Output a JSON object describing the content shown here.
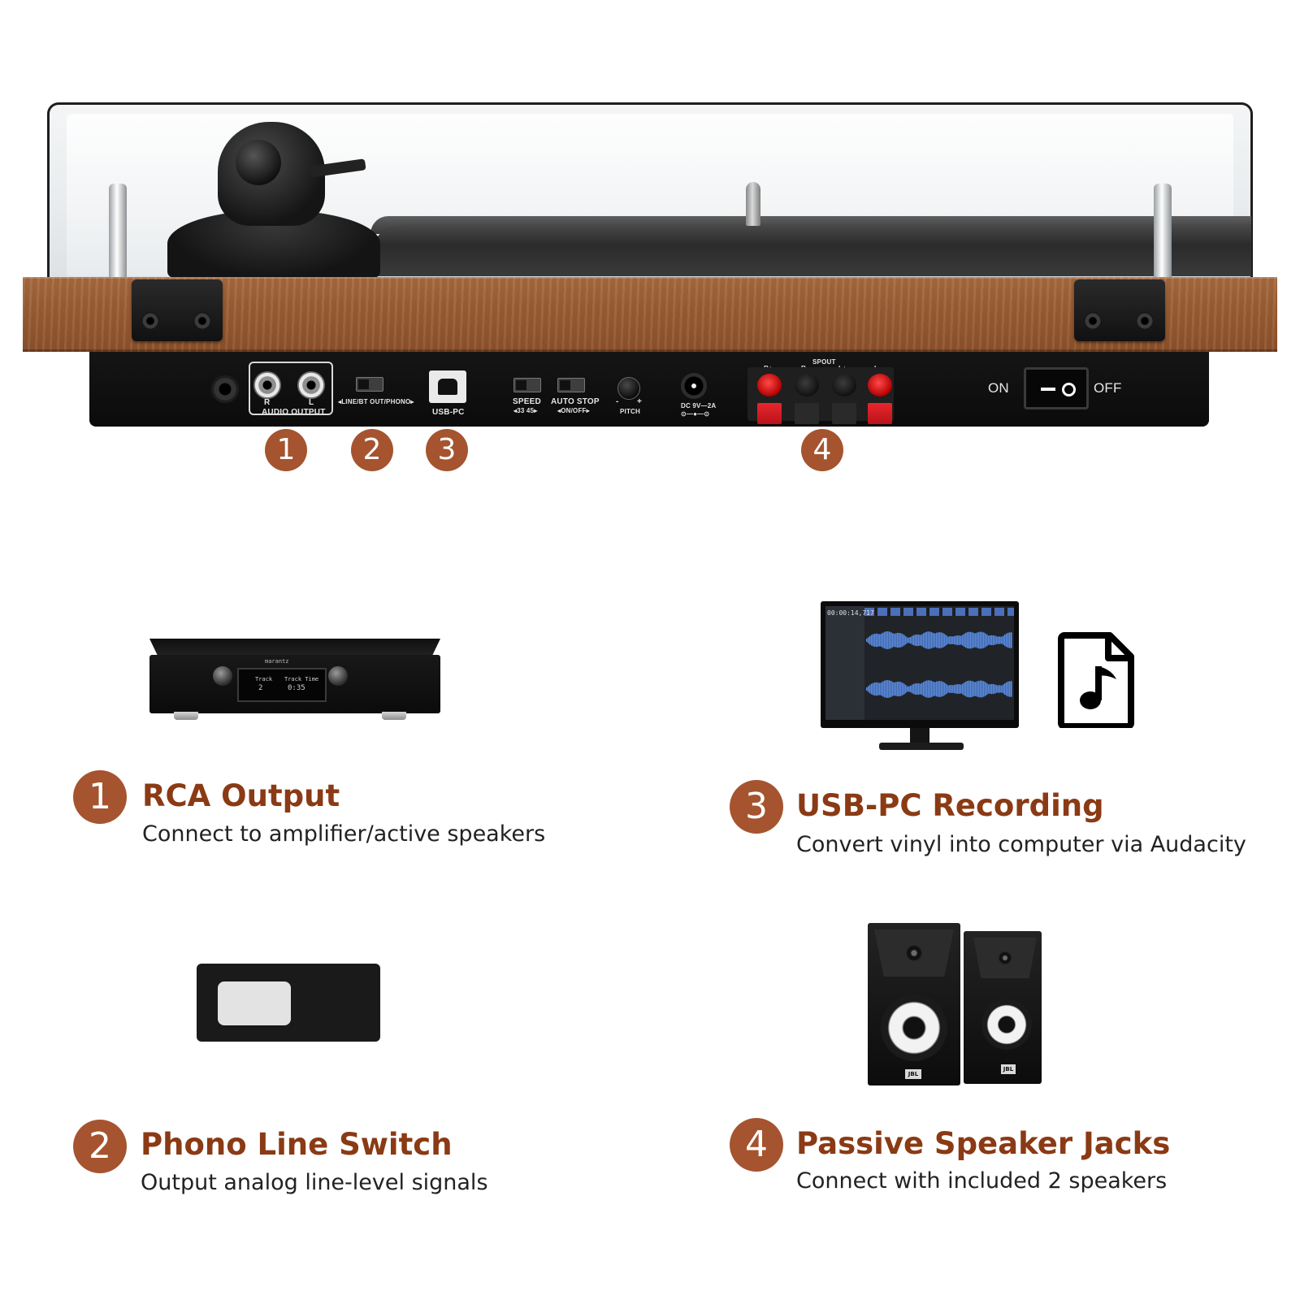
{
  "panel": {
    "audio_output": "AUDIO OUTPUT",
    "r": "R",
    "l": "L",
    "line_phono": "◂LINE/BT  OUT/PHONO▸",
    "usb_pc": "USB-PC",
    "speed": "SPEED",
    "speed_values": "◂33 45▸",
    "auto_stop": "AUTO STOP",
    "auto_stop_values": "◂ON/OFF▸",
    "pitch_minus": "-",
    "pitch_plus": "+",
    "pitch": "PITCH",
    "dc": "DC 9V—2A",
    "dc_symbol": "⊙—●—⊙",
    "spout": "SPOUT",
    "r_plus": "R+",
    "r_minus": "R-",
    "l_plus": "L+",
    "l_minus": "L-",
    "on": "ON",
    "off": "OFF"
  },
  "badges": [
    "1",
    "2",
    "3",
    "4"
  ],
  "amplifier": {
    "brand": "marantz",
    "track_label": "Track",
    "track_value": "2",
    "time_label": "Track Time",
    "time_value": "0:35"
  },
  "monitor": {
    "time": "00:00:14,717"
  },
  "speaker": {
    "logo": "JBL"
  },
  "features": [
    {
      "number": "1",
      "title": "RCA Output",
      "desc": "Connect to amplifier/active speakers"
    },
    {
      "number": "2",
      "title": "Phono Line Switch",
      "desc": "Output analog line-level signals"
    },
    {
      "number": "3",
      "title": "USB-PC Recording",
      "desc": "Convert vinyl into computer via Audacity"
    },
    {
      "number": "4",
      "title": "Passive Speaker Jacks",
      "desc": "Connect with included 2 speakers"
    }
  ],
  "colors": {
    "accent": "#a5542f",
    "title": "#8a3a14",
    "wood": "#9a5e34",
    "waveform": "#5b8fe8"
  },
  "icons": {
    "file": "music-file-icon",
    "switch": "slide-switch-icon"
  }
}
